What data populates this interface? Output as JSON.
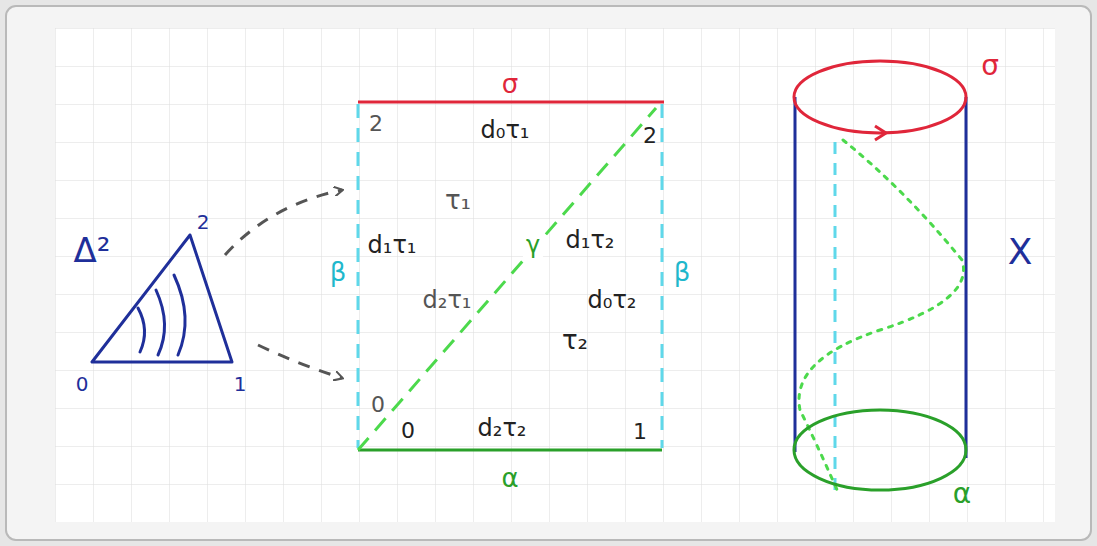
{
  "diagram": {
    "labels": [
      "σ",
      "2",
      "d₀τ₁",
      "2",
      "Δ²",
      "2",
      "τ₁",
      "d₁τ₁",
      "γ",
      "d₁τ₂",
      "β",
      "β",
      "X",
      "d₂τ₁",
      "d₀τ₂",
      "τ₂",
      "0",
      "1",
      "0",
      "0",
      "d₂τ₂",
      "1",
      "α",
      "σ",
      "α"
    ]
  }
}
